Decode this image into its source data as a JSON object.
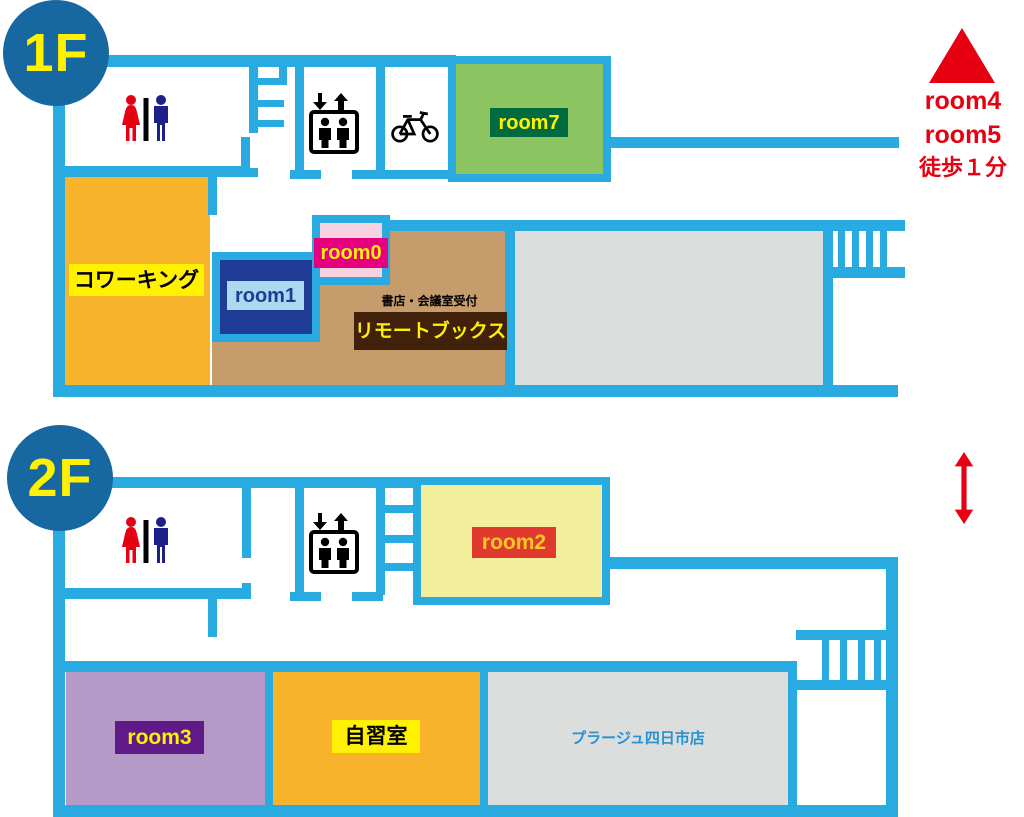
{
  "colors": {
    "wall_blue": "#29ABE2",
    "badge_blue": "#1767A0",
    "label_yellow": "#FFF100",
    "accent_red": "#E60012",
    "room7_fill": "#8CC561",
    "room7_label_bg": "#006B3F",
    "coworking_fill": "#F7B32B",
    "room1_fill": "#1E3C95",
    "room1_label_bg": "#ABD9F0",
    "room0_fill": "#F7D3E1",
    "room0_label_bg": "#E4007F",
    "books_fill": "#C69C6D",
    "books_label_bg": "#42210B",
    "gray_fill": "#DCDDDD",
    "room2_fill": "#F2EE9B",
    "room2_label_bg": "#E0392E",
    "room2_text": "#F9C825",
    "room3_fill": "#B599C7",
    "room3_label_bg": "#601986",
    "plage_text": "#2991D0",
    "man_blue": "#1D2088"
  },
  "floor1": {
    "badge": "1F",
    "coworking_label": "コワーキング",
    "room7_label": "room7",
    "room1_label": "room1",
    "room0_label": "room0",
    "books_caption": "書店・会議室受付",
    "books_label": "リモートブックス",
    "annotation_line1": "room4",
    "annotation_line2": "room5",
    "annotation_line3": "徒歩１分"
  },
  "floor2": {
    "badge": "2F",
    "room2_label": "room2",
    "room3_label": "room3",
    "study_label": "自習室",
    "plage_label": "プラージュ四日市店"
  },
  "icons": {
    "restroom": "men-women-restroom pictogram",
    "elevator": "elevator pictogram",
    "bicycle": "bicycle parking pictogram",
    "stairs": "staircase treads",
    "triangle": "upward direction marker",
    "updown_arrow": "floor connection arrow"
  }
}
